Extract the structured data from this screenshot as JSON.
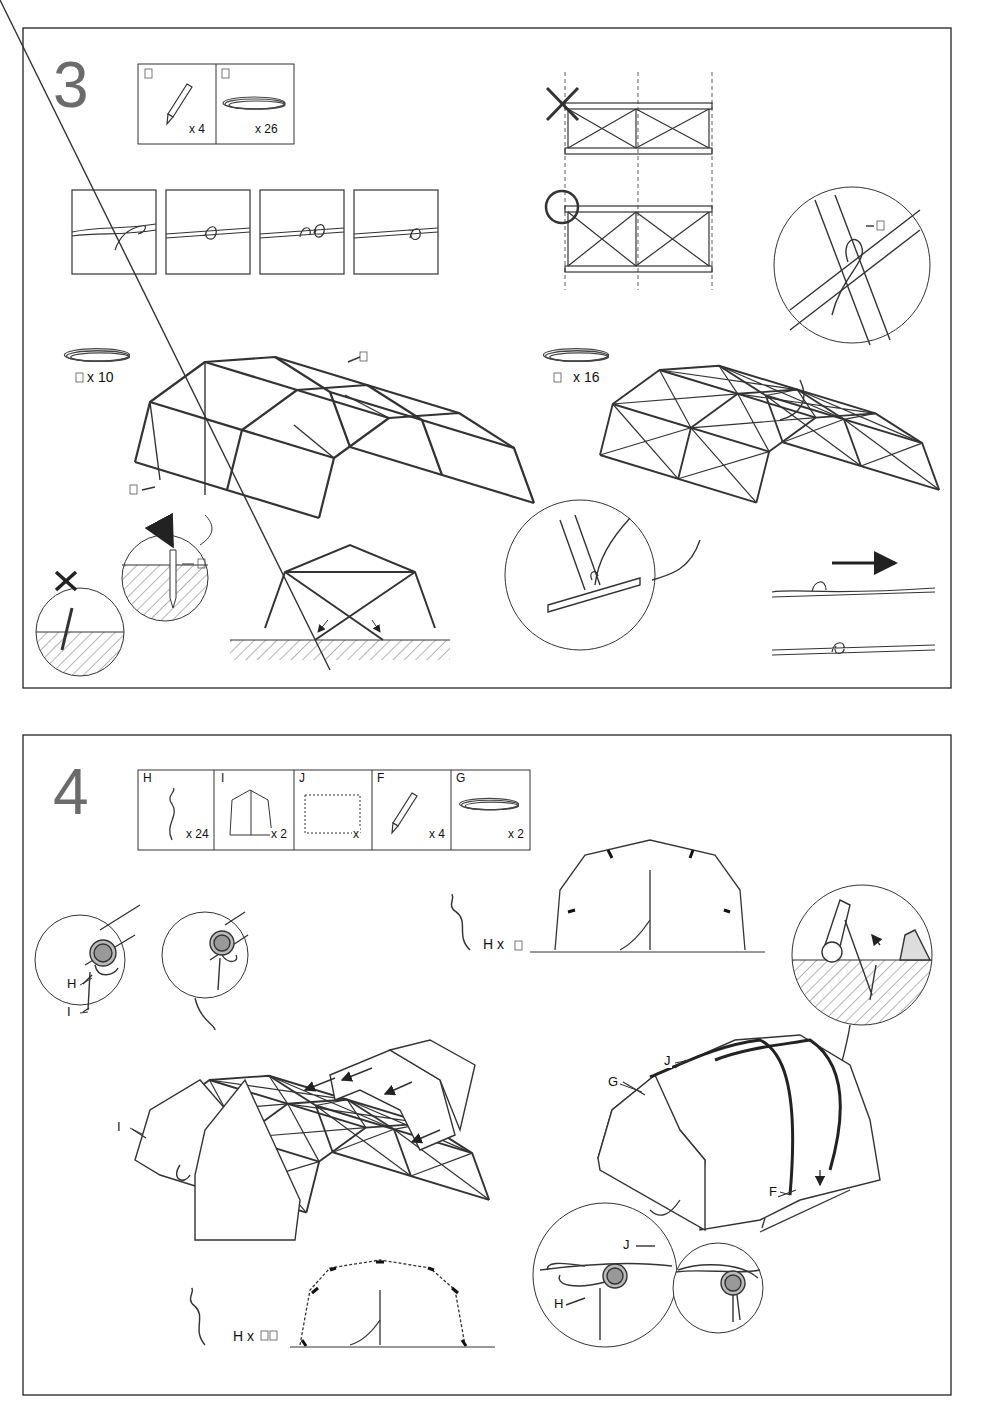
{
  "diagram": {
    "labels": [
      "3",
      "x 4",
      "x 26",
      "x 10",
      "x 16",
      "4",
      "H",
      "x 24",
      "I",
      "x 2",
      "J",
      "x",
      "F",
      "x 4",
      "G",
      "x 2",
      "H",
      "I",
      "I",
      "H x",
      "J",
      "G",
      "F",
      "H x",
      "J",
      "H"
    ]
  }
}
